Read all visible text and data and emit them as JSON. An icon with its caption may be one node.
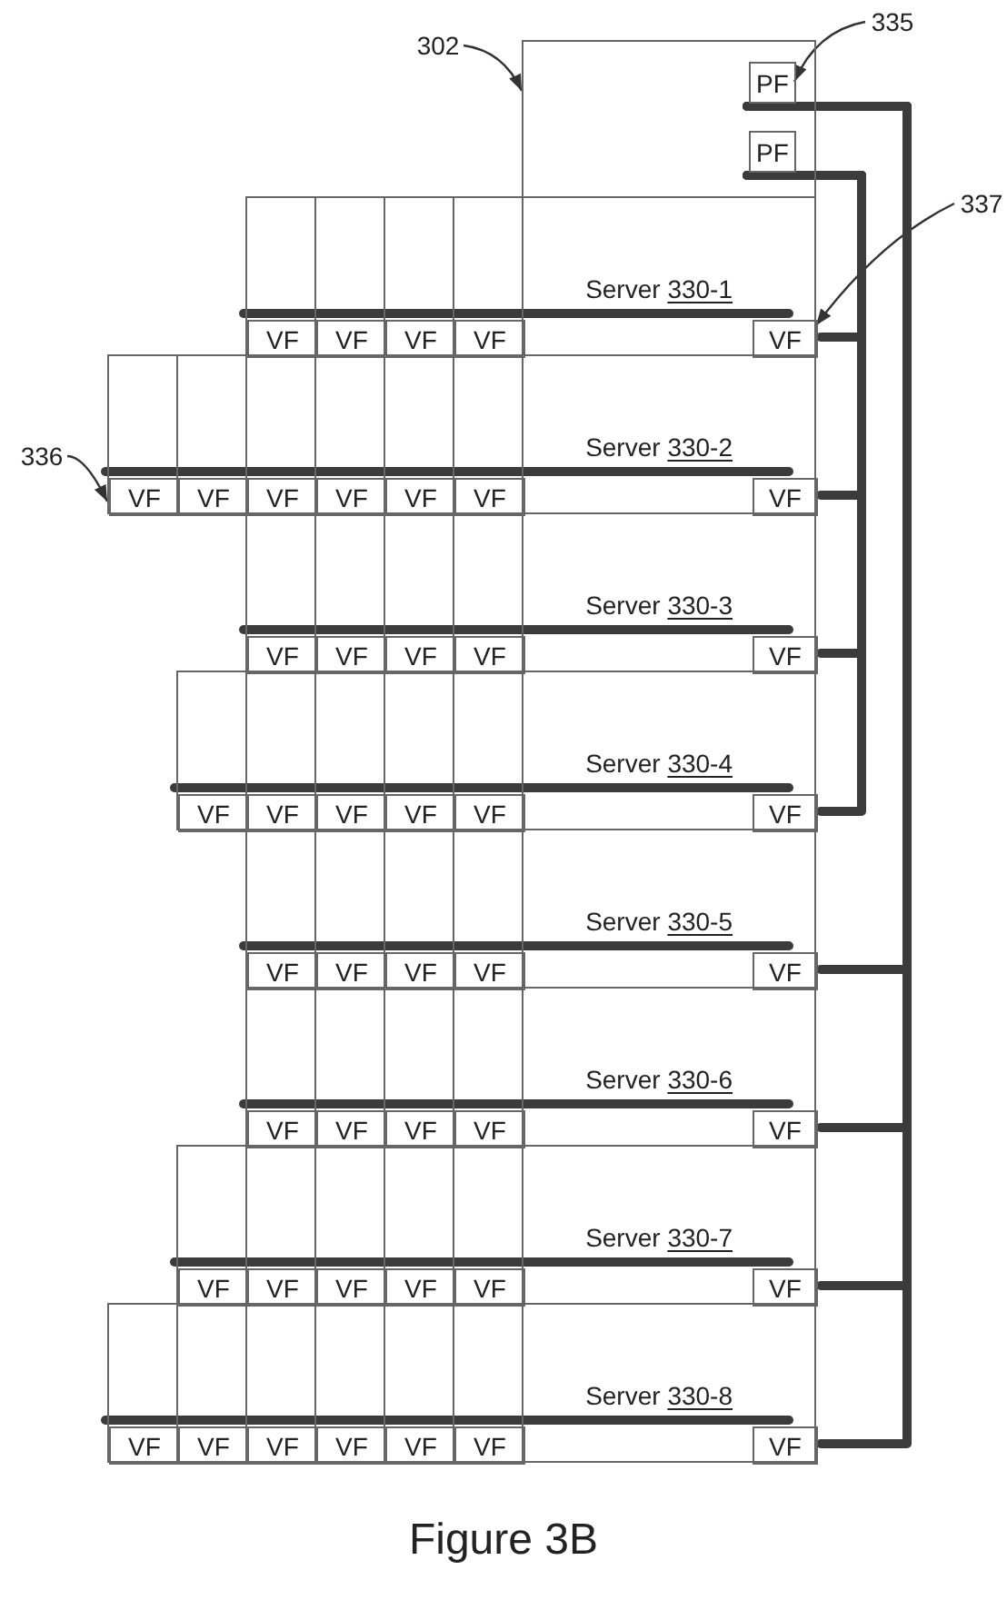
{
  "diagram": {
    "caption": "Figure 3B",
    "nodes": [
      {
        "text": [
          "302"
        ]
      },
      {
        "text": [],
        "shape": "box"
      },
      {
        "text": [
          "335"
        ]
      },
      {
        "text": [
          "PF"
        ],
        "in": 1
      },
      {
        "text": [
          "PF"
        ],
        "in": 1
      },
      {
        "text": [
          "337"
        ]
      },
      {
        "text": [
          "Server 330-1"
        ]
      },
      {
        "text": [
          "VF"
        ],
        "in": 6
      },
      {
        "text": [
          "VF"
        ],
        "in": 6
      },
      {
        "text": [
          "VF"
        ],
        "in": 6
      },
      {
        "text": [
          "VF"
        ],
        "in": 6
      },
      {
        "text": [
          "VF"
        ],
        "in": 6
      },
      {
        "text": [
          "336"
        ]
      },
      {
        "text": [
          "Server 330-2"
        ]
      },
      {
        "text": [
          "VF"
        ],
        "in": 13
      },
      {
        "text": [
          "VF"
        ],
        "in": 13
      },
      {
        "text": [
          "VF"
        ],
        "in": 13
      },
      {
        "text": [
          "VF"
        ],
        "in": 13
      },
      {
        "text": [
          "VF"
        ],
        "in": 13
      },
      {
        "text": [
          "VF"
        ],
        "in": 13
      },
      {
        "text": [
          "VF"
        ],
        "in": 13
      },
      {
        "text": [
          "Server 330-3"
        ]
      },
      {
        "text": [
          "VF"
        ],
        "in": 21
      },
      {
        "text": [
          "VF"
        ],
        "in": 21
      },
      {
        "text": [
          "VF"
        ],
        "in": 21
      },
      {
        "text": [
          "VF"
        ],
        "in": 21
      },
      {
        "text": [
          "VF"
        ],
        "in": 21
      },
      {
        "text": [
          "Server 330-4"
        ]
      },
      {
        "text": [
          "VF"
        ],
        "in": 27
      },
      {
        "text": [
          "VF"
        ],
        "in": 27
      },
      {
        "text": [
          "VF"
        ],
        "in": 27
      },
      {
        "text": [
          "VF"
        ],
        "in": 27
      },
      {
        "text": [
          "VF"
        ],
        "in": 27
      },
      {
        "text": [
          "VF"
        ],
        "in": 27
      },
      {
        "text": [
          "Server 330-5"
        ]
      },
      {
        "text": [
          "VF"
        ],
        "in": 34
      },
      {
        "text": [
          "VF"
        ],
        "in": 34
      },
      {
        "text": [
          "VF"
        ],
        "in": 34
      },
      {
        "text": [
          "VF"
        ],
        "in": 34
      },
      {
        "text": [
          "VF"
        ],
        "in": 34
      },
      {
        "text": [
          "Server 330-6"
        ]
      },
      {
        "text": [
          "VF"
        ],
        "in": 40
      },
      {
        "text": [
          "VF"
        ],
        "in": 40
      },
      {
        "text": [
          "VF"
        ],
        "in": 40
      },
      {
        "text": [
          "VF"
        ],
        "in": 40
      },
      {
        "text": [
          "VF"
        ],
        "in": 40
      },
      {
        "text": [
          "Server 330-7"
        ]
      },
      {
        "text": [
          "VF"
        ],
        "in": 46
      },
      {
        "text": [
          "VF"
        ],
        "in": 46
      },
      {
        "text": [
          "VF"
        ],
        "in": 46
      },
      {
        "text": [
          "VF"
        ],
        "in": 46
      },
      {
        "text": [
          "VF"
        ],
        "in": 46
      },
      {
        "text": [
          "VF"
        ],
        "in": 46
      },
      {
        "text": [
          "Server 330-8"
        ]
      },
      {
        "text": [
          "VF"
        ],
        "in": 53
      },
      {
        "text": [
          "VF"
        ],
        "in": 53
      },
      {
        "text": [
          "VF"
        ],
        "in": 53
      },
      {
        "text": [
          "VF"
        ],
        "in": 53
      },
      {
        "text": [
          "VF"
        ],
        "in": 53
      },
      {
        "text": [
          "VF"
        ],
        "in": 53
      },
      {
        "text": [
          "VF"
        ],
        "in": 53
      }
    ],
    "edges": [
      {
        "from": 0,
        "to": 1,
        "arrow": "to"
      },
      {
        "from": 2,
        "to": 3,
        "arrow": "to"
      },
      {
        "from": 5,
        "to": 11,
        "arrow": "to"
      },
      {
        "from": 12,
        "to": 14,
        "arrow": "to"
      },
      {
        "from": 4,
        "to": 11,
        "arrow": "none"
      },
      {
        "from": 4,
        "to": 20,
        "arrow": "none"
      },
      {
        "from": 4,
        "to": 26,
        "arrow": "none"
      },
      {
        "from": 4,
        "to": 33,
        "arrow": "none"
      },
      {
        "from": 3,
        "to": 39,
        "arrow": "none"
      },
      {
        "from": 3,
        "to": 45,
        "arrow": "none"
      },
      {
        "from": 3,
        "to": 52,
        "arrow": "none"
      },
      {
        "from": 3,
        "to": 60,
        "arrow": "none"
      },
      {
        "from": 7,
        "to": 11,
        "arrow": "none"
      },
      {
        "from": 14,
        "to": 20,
        "arrow": "none"
      },
      {
        "from": 22,
        "to": 26,
        "arrow": "none"
      },
      {
        "from": 28,
        "to": 33,
        "arrow": "none"
      },
      {
        "from": 35,
        "to": 39,
        "arrow": "none"
      },
      {
        "from": 41,
        "to": 45,
        "arrow": "none"
      },
      {
        "from": 47,
        "to": 52,
        "arrow": "none"
      },
      {
        "from": 54,
        "to": 60,
        "arrow": "none"
      }
    ]
  }
}
